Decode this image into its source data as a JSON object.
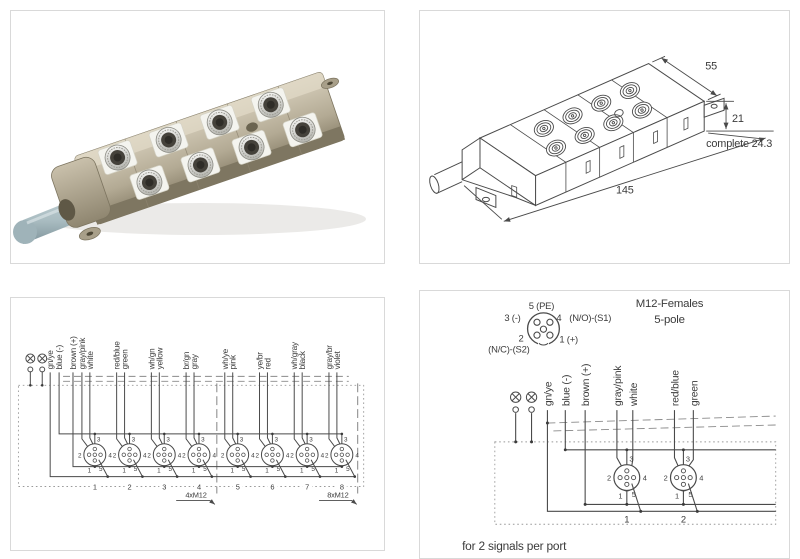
{
  "colors": {
    "panel_border": "#d9d9d9",
    "line": "#4a4a4a",
    "text": "#3b3b3b",
    "body_beige": "#b3aa94",
    "body_light": "#d8d0bd",
    "body_dark": "#857c66",
    "plate_white": "#f4f4ef",
    "connector_dark": "#45423b",
    "ring_silver": "#d9d9d5",
    "cable_gray": "#a9bcc1"
  },
  "pins": {
    "p1": "1",
    "p2": "2",
    "p3": "3",
    "p4": "4",
    "p5": "5"
  },
  "drawing": {
    "dim_width": "55",
    "dim_height": "21",
    "dim_complete": "complete 24.3",
    "dim_length": "145"
  },
  "schematic8": {
    "wire_labels": [
      "gn/ye",
      "blue (-)",
      "brown (+)",
      "gray/pink",
      "white",
      "red/blue",
      "green",
      "wh/gn",
      "yellow",
      "br/gn",
      "gray",
      "wh/ye",
      "pink",
      "ye/br",
      "red",
      "wh/gray",
      "black",
      "gray/br",
      "violet"
    ],
    "port_numbers": [
      "1",
      "2",
      "3",
      "4",
      "5",
      "6",
      "7",
      "8"
    ],
    "group_label_left": "4xM12",
    "group_label_right": "8xM12"
  },
  "pinout": {
    "title_line1": "M12-Females",
    "title_line2": "5-pole",
    "pin5_label": "5 (PE)",
    "pin3_label": "3 (-)",
    "pin4_label": "4",
    "pin4_function": "(N/O)-(S1)",
    "pin2_label": "2",
    "pin2_function": "(N/C)-(S2)",
    "pin1_label": "1 (+)",
    "wire_labels": [
      "gn/ye",
      "blue (-)",
      "brown (+)",
      "gray/pink",
      "white",
      "red/blue",
      "green"
    ],
    "port_numbers": [
      "1",
      "2"
    ],
    "caption": "for 2 signals per port"
  }
}
